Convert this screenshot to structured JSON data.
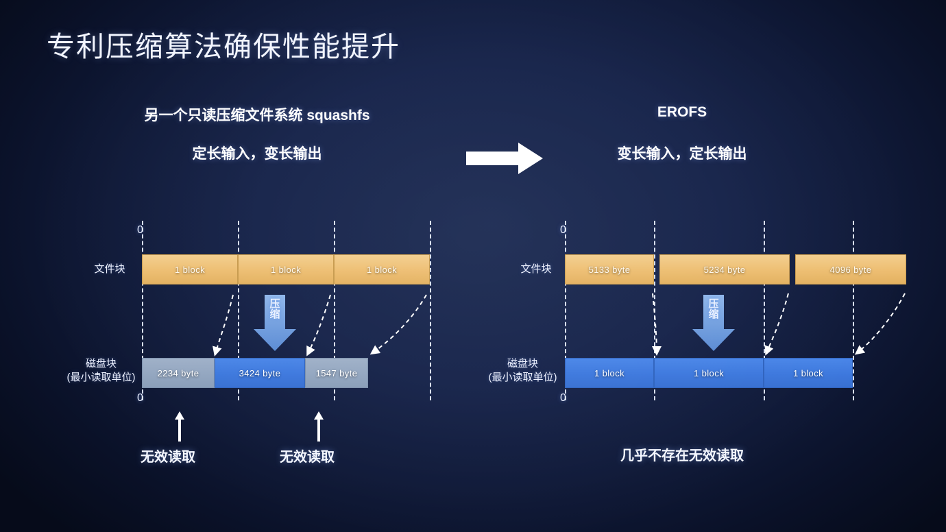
{
  "slide": {
    "title": "专利压缩算法确保性能提升",
    "background_color": "#111c3d"
  },
  "transition": {
    "icon": "right-arrow-icon"
  },
  "left_panel": {
    "title": "另一个只读压缩文件系统 squashfs",
    "subtitle": "定长输入，变长输出",
    "file_row": {
      "label": "文件块",
      "origin_marker": "0",
      "blocks": [
        {
          "text": "1 block",
          "style": "file"
        },
        {
          "text": "1 block",
          "style": "file"
        },
        {
          "text": "1 block",
          "style": "file"
        }
      ]
    },
    "disk_row": {
      "label_line1": "磁盘块",
      "label_line2": "(最小读取单位)",
      "origin_marker": "0",
      "blocks": [
        {
          "text": "2234 byte",
          "style": "gray"
        },
        {
          "text": "3424 byte",
          "style": "blue"
        },
        {
          "text": "1547 byte",
          "style": "gray"
        }
      ]
    },
    "compress": {
      "line1": "压",
      "line2": "缩",
      "icon": "down-arrow-icon"
    },
    "callouts": [
      {
        "text": "无效读取",
        "icon": "up-arrow-icon"
      },
      {
        "text": "无效读取",
        "icon": "up-arrow-icon"
      }
    ]
  },
  "right_panel": {
    "title": "EROFS",
    "subtitle": "变长输入，定长输出",
    "file_row": {
      "label": "文件块",
      "origin_marker": "0",
      "blocks": [
        {
          "text": "5133 byte",
          "style": "file"
        },
        {
          "text": "5234 byte",
          "style": "file"
        },
        {
          "text": "4096 byte",
          "style": "file"
        }
      ]
    },
    "disk_row": {
      "label_line1": "磁盘块",
      "label_line2": "(最小读取单位)",
      "origin_marker": "0",
      "blocks": [
        {
          "text": "1 block",
          "style": "blue"
        },
        {
          "text": "1 block",
          "style": "blue"
        },
        {
          "text": "1 block",
          "style": "blue"
        }
      ]
    },
    "compress": {
      "line1": "压",
      "line2": "缩",
      "icon": "down-arrow-icon"
    },
    "callouts": [
      {
        "text": "几乎不存在无效读取"
      }
    ]
  },
  "colors": {
    "file_block": "#eec07a",
    "disk_block_blue": "#3f7ade",
    "disk_block_gray": "#95a8c2",
    "guide_line": "#eaf0ff",
    "text": "#ffffff"
  }
}
